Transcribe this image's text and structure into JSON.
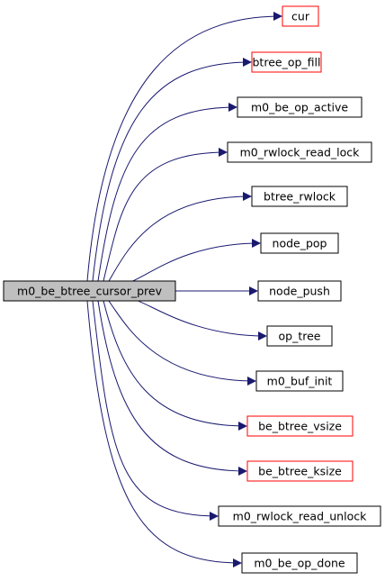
{
  "graph": {
    "root": {
      "label": "m0_be_btree_cursor_prev",
      "fill": "#bfbfbf",
      "border": "#000000"
    },
    "callees": [
      {
        "id": "cur",
        "label": "cur",
        "border": "#ff0000"
      },
      {
        "id": "btree-op-fill",
        "label": "btree_op_fill",
        "border": "#ff0000"
      },
      {
        "id": "m0-be-op-active",
        "label": "m0_be_op_active",
        "border": "#000000"
      },
      {
        "id": "m0-rwlock-read-lock",
        "label": "m0_rwlock_read_lock",
        "border": "#000000"
      },
      {
        "id": "btree-rwlock",
        "label": "btree_rwlock",
        "border": "#000000"
      },
      {
        "id": "node-pop",
        "label": "node_pop",
        "border": "#000000"
      },
      {
        "id": "node-push",
        "label": "node_push",
        "border": "#000000"
      },
      {
        "id": "op-tree",
        "label": "op_tree",
        "border": "#000000"
      },
      {
        "id": "m0-buf-init",
        "label": "m0_buf_init",
        "border": "#000000"
      },
      {
        "id": "be-btree-vsize",
        "label": "be_btree_vsize",
        "border": "#ff0000"
      },
      {
        "id": "be-btree-ksize",
        "label": "be_btree_ksize",
        "border": "#ff0000"
      },
      {
        "id": "m0-rwlock-read-unlock",
        "label": "m0_rwlock_read_unlock",
        "border": "#000000"
      },
      {
        "id": "m0-be-op-done",
        "label": "m0_be_op_done",
        "border": "#000000"
      }
    ],
    "edge_color": "#191970"
  }
}
